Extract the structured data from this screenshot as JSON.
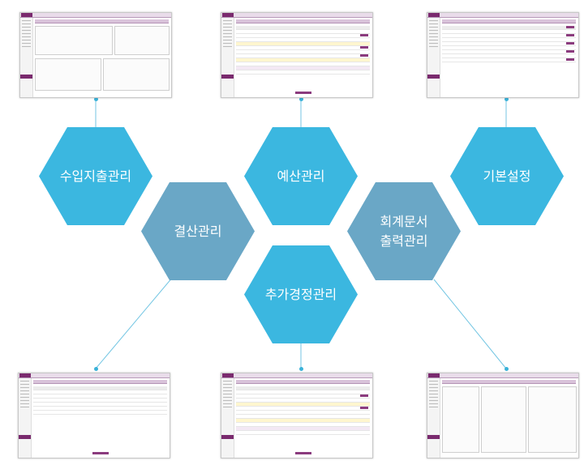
{
  "colors": {
    "hex_bright": "#3bb7e0",
    "hex_muted": "#6aa7c6",
    "connector": "#74c6e3",
    "accent": "#7a2a6e"
  },
  "nodes": {
    "income_expense": {
      "label": "수입지출관리"
    },
    "budget": {
      "label": "예산관리"
    },
    "basic_settings": {
      "label": "기본설정"
    },
    "settlement": {
      "label": "결산관리"
    },
    "accounting_docs": {
      "line1": "회계문서",
      "line2": "출력관리"
    },
    "supplementary_budget": {
      "label": "추가경정관리"
    }
  },
  "thumbnails": [
    {
      "name": "income-expense-screenshot",
      "icon": "screenshot"
    },
    {
      "name": "budget-screenshot",
      "icon": "screenshot"
    },
    {
      "name": "basic-settings-screenshot",
      "icon": "screenshot"
    },
    {
      "name": "settlement-screenshot",
      "icon": "screenshot"
    },
    {
      "name": "supplementary-budget-screenshot",
      "icon": "screenshot"
    },
    {
      "name": "accounting-docs-screenshot",
      "icon": "screenshot"
    }
  ]
}
